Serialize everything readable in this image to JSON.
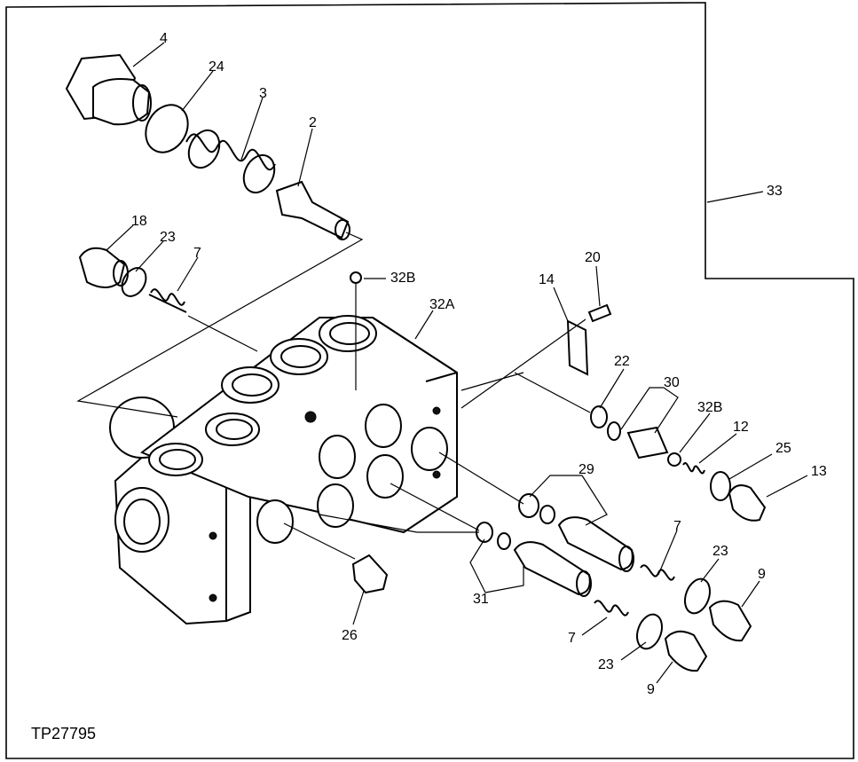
{
  "figure_code": "TP27795",
  "callouts": [
    {
      "id": "c4",
      "label": "4"
    },
    {
      "id": "c24",
      "label": "24"
    },
    {
      "id": "c3",
      "label": "3"
    },
    {
      "id": "c2",
      "label": "2"
    },
    {
      "id": "c33",
      "label": "33"
    },
    {
      "id": "c18",
      "label": "18"
    },
    {
      "id": "c23a",
      "label": "23"
    },
    {
      "id": "c7a",
      "label": "7"
    },
    {
      "id": "c32Ba",
      "label": "32B"
    },
    {
      "id": "c32A",
      "label": "32A"
    },
    {
      "id": "c20",
      "label": "20"
    },
    {
      "id": "c14",
      "label": "14"
    },
    {
      "id": "c22",
      "label": "22"
    },
    {
      "id": "c30",
      "label": "30"
    },
    {
      "id": "c32Bb",
      "label": "32B"
    },
    {
      "id": "c12",
      "label": "12"
    },
    {
      "id": "c25",
      "label": "25"
    },
    {
      "id": "c13",
      "label": "13"
    },
    {
      "id": "c29",
      "label": "29"
    },
    {
      "id": "c7b",
      "label": "7"
    },
    {
      "id": "c23b",
      "label": "23"
    },
    {
      "id": "c9a",
      "label": "9"
    },
    {
      "id": "c31",
      "label": "31"
    },
    {
      "id": "c7c",
      "label": "7"
    },
    {
      "id": "c23c",
      "label": "23"
    },
    {
      "id": "c9b",
      "label": "9"
    },
    {
      "id": "c26",
      "label": "26"
    }
  ]
}
